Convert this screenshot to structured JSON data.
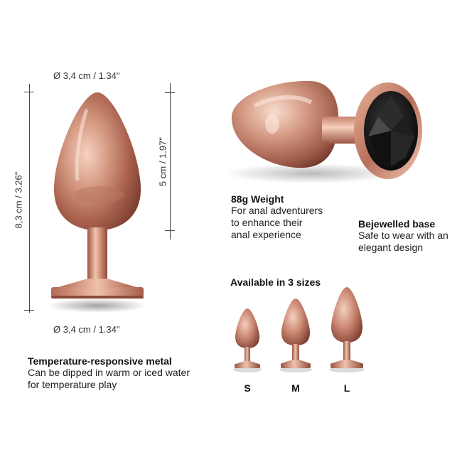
{
  "main_product": {
    "top_diameter": "Ø 3,4 cm / 1.34\"",
    "bottom_diameter": "Ø 3,4 cm / 1.34\"",
    "total_length": "8,3 cm / 3.26\"",
    "insertable_length": "5 cm / 1.97\""
  },
  "features": [
    {
      "title": "88g Weight",
      "lines": [
        "For anal adventurers",
        "to enhance their",
        "anal experience"
      ]
    },
    {
      "title": "Bejewelled base",
      "lines": [
        "Safe to wear with an",
        "elegant design"
      ]
    },
    {
      "title": "Temperature-responsive metal",
      "lines": [
        "Can be dipped in warm or iced water",
        "for temperature play"
      ]
    }
  ],
  "sizes": {
    "title": "Available in 3 sizes",
    "labels": [
      "S",
      "M",
      "L"
    ]
  },
  "colors": {
    "rose_gold": "#c98a72",
    "rose_gold_dark": "#8f4f3e",
    "rose_gold_light": "#f1c6b3",
    "jewel": "#151515"
  }
}
